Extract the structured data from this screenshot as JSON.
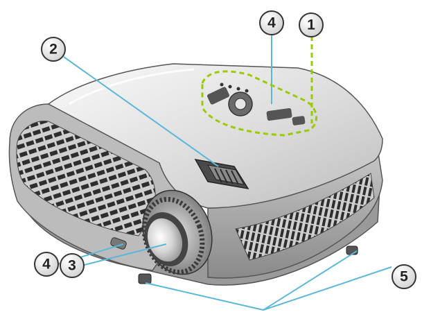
{
  "diagram": {
    "callouts": [
      {
        "id": "callout-1",
        "label": "1"
      },
      {
        "id": "callout-2",
        "label": "2"
      },
      {
        "id": "callout-3",
        "label": "3"
      },
      {
        "id": "callout-4a",
        "label": "4"
      },
      {
        "id": "callout-4b",
        "label": "4"
      },
      {
        "id": "callout-5",
        "label": "5"
      }
    ],
    "colors": {
      "leader_line": "#5bb8d8",
      "highlight_dash": "#99cc00",
      "callout_fill": "#d8d8d8",
      "callout_stroke": "#333333"
    },
    "icons": [
      "projector-illustration"
    ]
  }
}
